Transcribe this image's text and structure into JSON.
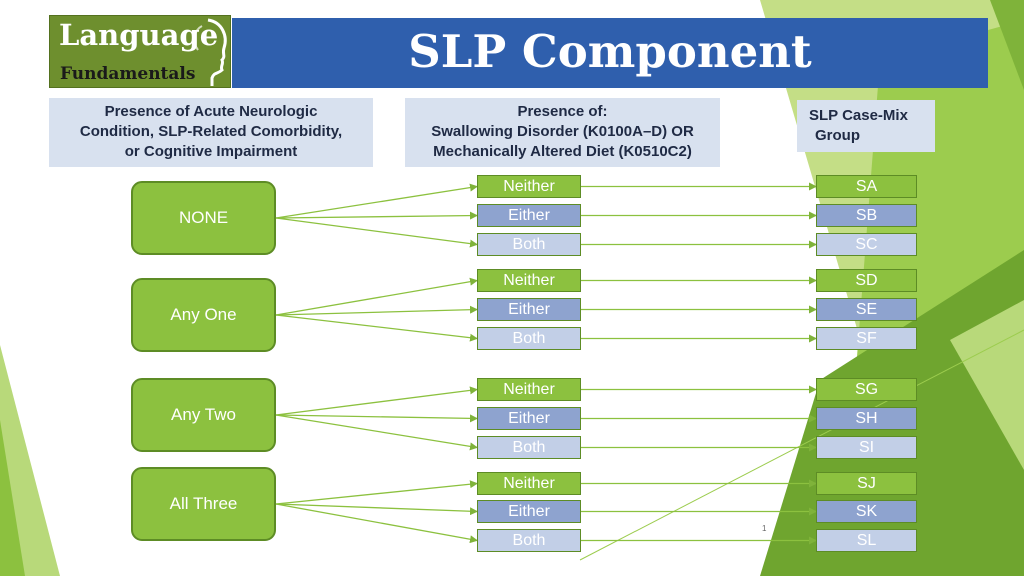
{
  "logo": {
    "line1": "Language",
    "line2": "Fundamentals"
  },
  "title": "SLP Component",
  "headers": {
    "condition": [
      "Presence of Acute Neurologic",
      "Condition,  SLP-Related Comorbidity,",
      "or Cognitive Impairment"
    ],
    "swallow": [
      "Presence of:",
      "Swallowing Disorder (K0100A–D) OR",
      "Mechanically Altered Diet (K0510C2)"
    ],
    "group": [
      "SLP Case-Mix",
      "Group"
    ]
  },
  "rows": [
    {
      "category": "NONE",
      "options": [
        "Neither",
        "Either",
        "Both"
      ],
      "groups": [
        "SA",
        "SB",
        "SC"
      ]
    },
    {
      "category": "Any One",
      "options": [
        "Neither",
        "Either",
        "Both"
      ],
      "groups": [
        "SD",
        "SE",
        "SF"
      ]
    },
    {
      "category": "Any Two",
      "options": [
        "Neither",
        "Either",
        "Both"
      ],
      "groups": [
        "SG",
        "SH",
        "SI"
      ]
    },
    {
      "category": "All Three",
      "options": [
        "Neither",
        "Either",
        "Both"
      ],
      "groups": [
        "SJ",
        "SK",
        "SL"
      ]
    }
  ],
  "page_number": "1",
  "colors": {
    "title_bar": "#2f5fad",
    "category_green": "#8cc13f",
    "neither": "#8cc13f",
    "either": "#8ea3cf",
    "both": "#c2cfe7",
    "header_bg": "#d8e1ef"
  }
}
